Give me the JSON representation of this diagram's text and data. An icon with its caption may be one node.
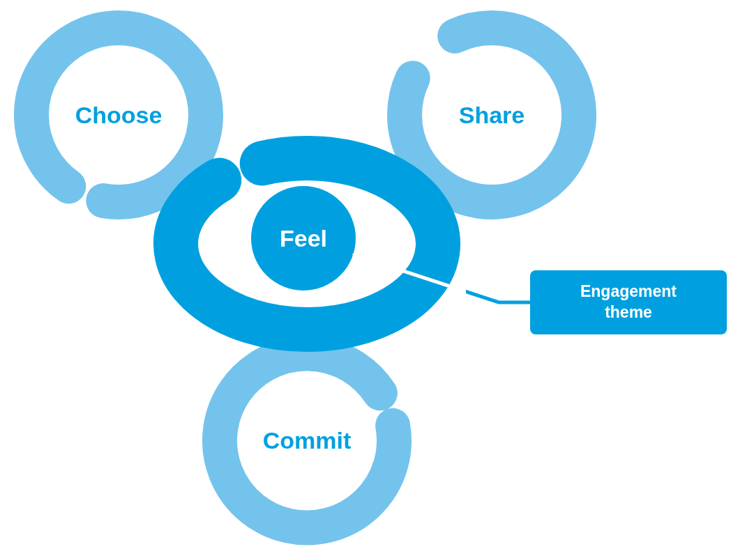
{
  "diagram": {
    "nodes": [
      {
        "text": [
          "Choose"
        ]
      },
      {
        "text": [
          "Share"
        ]
      },
      {
        "text": [],
        "shape": "ellipse"
      },
      {
        "text": [
          "Feel"
        ],
        "in": 2
      },
      {
        "text": [
          "Commit"
        ]
      },
      {
        "text": [
          "Engagement theme"
        ]
      }
    ],
    "edges": [
      {
        "from": 5,
        "to": 3,
        "arrow": "to"
      }
    ]
  }
}
